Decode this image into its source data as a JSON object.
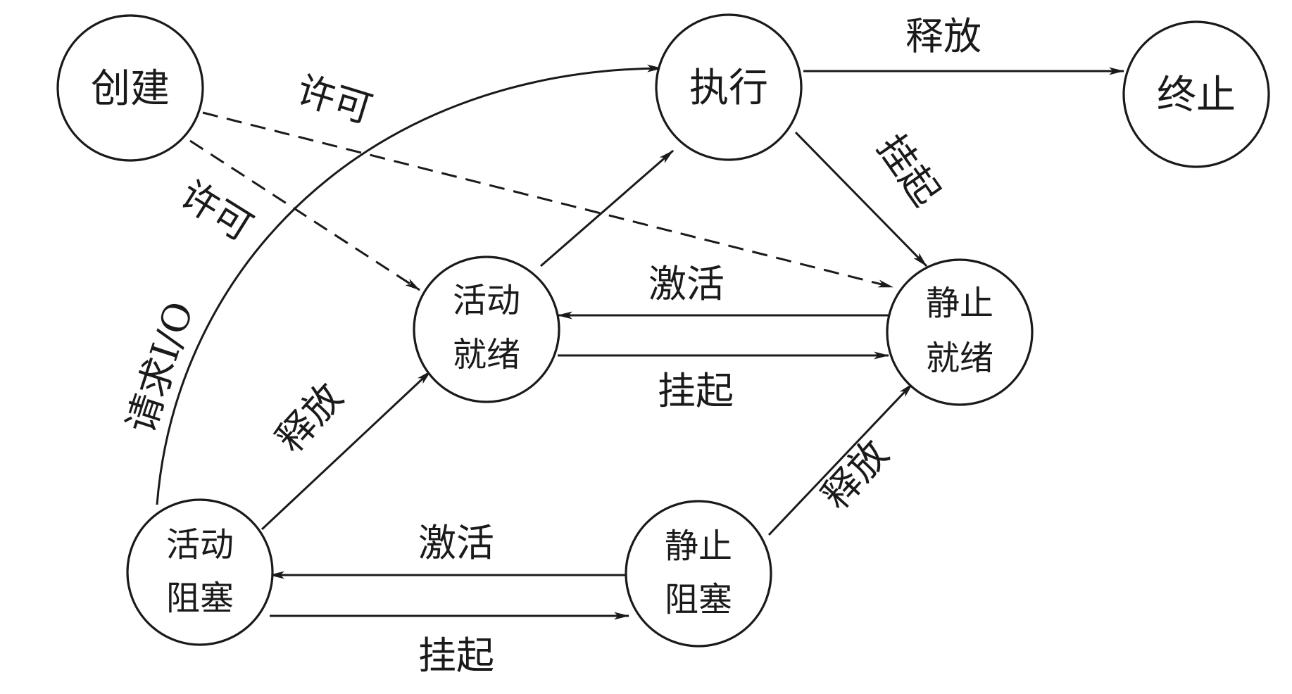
{
  "states": {
    "create": {
      "line1": "创建"
    },
    "running": {
      "line1": "执行"
    },
    "terminate": {
      "line1": "终止"
    },
    "active_ready": {
      "line1": "活动",
      "line2": "就绪"
    },
    "static_ready": {
      "line1": "静止",
      "line2": "就绪"
    },
    "active_blocked": {
      "line1": "活动",
      "line2": "阻塞"
    },
    "static_blocked": {
      "line1": "静止",
      "line2": "阻塞"
    }
  },
  "edges": {
    "running_to_terminate": "释放",
    "create_to_static_ready": "许可",
    "create_to_active_ready": "许可",
    "running_to_static_ready": "挂起",
    "static_ready_to_active_ready": "激活",
    "active_ready_to_static_ready": "挂起",
    "active_blocked_to_running": "请求I/O",
    "active_blocked_to_active_ready": "释放",
    "static_blocked_to_active_blocked": "激活",
    "active_blocked_to_static_blocked": "挂起",
    "static_blocked_to_static_ready": "释放"
  }
}
